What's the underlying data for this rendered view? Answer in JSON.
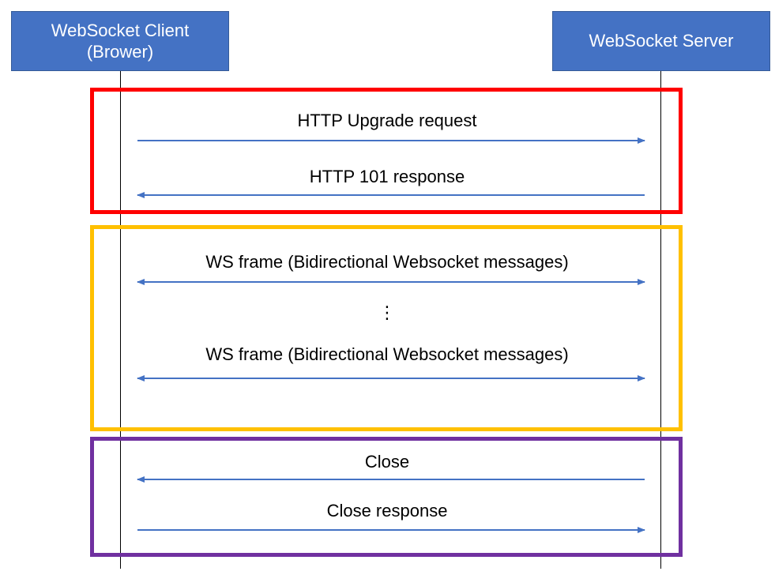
{
  "colors": {
    "actor_fill": "#4472c4",
    "arrow": "#4472c4",
    "lifeline": "#000000",
    "handshake_frame": "#ff0000",
    "data_frame": "#ffc000",
    "closing_frame": "#7030a0"
  },
  "actors": {
    "client": {
      "line1": "WebSocket Client",
      "line2": "(Brower)"
    },
    "server": {
      "label": "WebSocket Server"
    }
  },
  "messages": [
    {
      "label": "HTTP Upgrade request",
      "direction": "client-to-server"
    },
    {
      "label": "HTTP 101 response",
      "direction": "server-to-client"
    },
    {
      "label": "WS frame (Bidirectional Websocket messages)",
      "direction": "bidirectional"
    },
    {
      "label": "WS frame (Bidirectional Websocket messages)",
      "direction": "bidirectional"
    },
    {
      "label": "Close",
      "direction": "server-to-client"
    },
    {
      "label": "Close response",
      "direction": "client-to-server"
    }
  ],
  "ellipsis": "⋮"
}
